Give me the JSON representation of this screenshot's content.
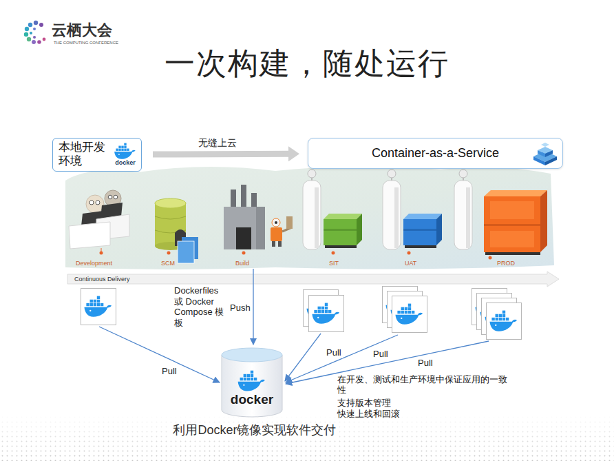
{
  "diagram": {
    "title": "一次构建，随处运行",
    "caption": "利用Docker镜像实现软件交付",
    "nodes": [
      {
        "text": [
          "本地开发 环境",
          "docker"
        ]
      },
      {
        "text": [
          "Container-as-a-Service"
        ]
      },
      {
        "text": [
          "docker"
        ]
      }
    ],
    "edges": [
      {
        "from": 0,
        "to": 1,
        "label": "无缝上云",
        "arrow": "to"
      }
    ],
    "labels": [
      "云栖大会",
      "THE COMPUTING CONFERENCE",
      "Development",
      "SCM",
      "Build",
      "SIT",
      "UAT",
      "PROD",
      "Continuous Delivery",
      "Dockerfiles 或 Docker Compose 模板",
      "Push",
      "Pull",
      "Pull",
      "Pull",
      "Pull",
      "在开发、测试和生产环境中保证应用的一致性",
      "支持版本管理",
      "快速上线和回滚"
    ]
  }
}
